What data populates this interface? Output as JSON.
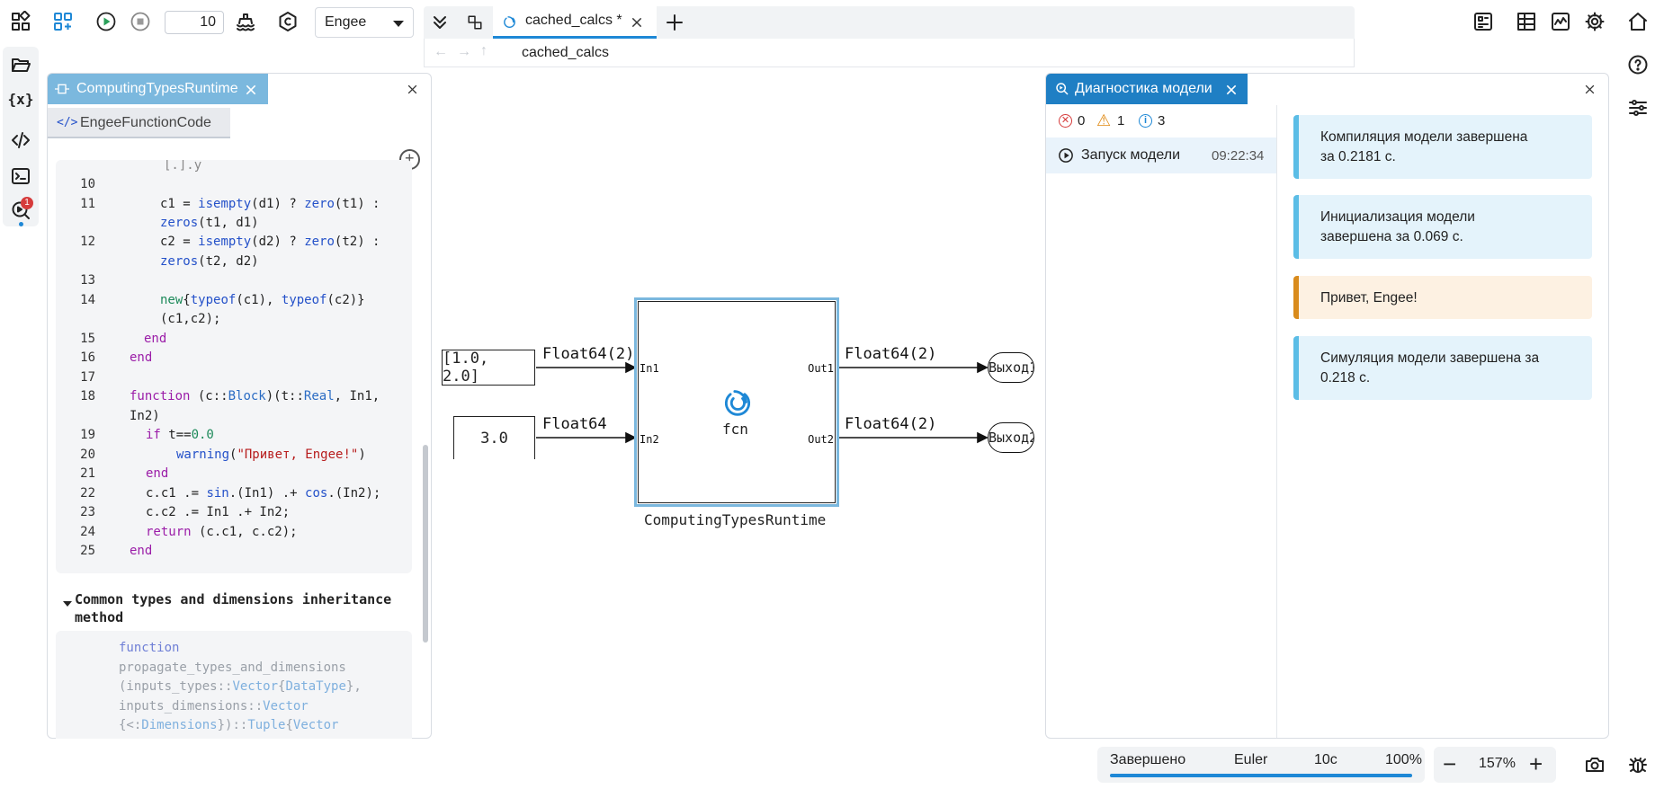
{
  "toolbar": {
    "steps_value": "10",
    "solver_select": "Engee"
  },
  "editor_tab": {
    "name": "cached_calcs *",
    "breadcrumb": "cached_calcs"
  },
  "left_panel": {
    "title": "ComputingTypesRuntime",
    "subtab": "EngeeFunctionCode",
    "badge": "1",
    "code_lines": [
      {
        "n": "10",
        "t": ""
      },
      {
        "n": "11",
        "t": "c1 = isempty(d1) ? zero(t1) :"
      },
      {
        "n": "",
        "t": "zeros(t1, d1)"
      },
      {
        "n": "12",
        "t": "c2 = isempty(d2) ? zero(t2) :"
      },
      {
        "n": "",
        "t": "zeros(t2, d2)"
      },
      {
        "n": "13",
        "t": ""
      },
      {
        "n": "14",
        "t": "new{typeof(c1), typeof(c2)}"
      },
      {
        "n": "",
        "t": "(c1,c2);"
      },
      {
        "n": "15",
        "t": "end"
      },
      {
        "n": "16",
        "t": "end"
      },
      {
        "n": "17",
        "t": ""
      },
      {
        "n": "18",
        "t": "function (c::Block)(t::Real, In1,"
      },
      {
        "n": "",
        "t": "In2)"
      },
      {
        "n": "19",
        "t": "if t==0.0"
      },
      {
        "n": "20",
        "t": "warning(\"Привет, Engee!\")"
      },
      {
        "n": "21",
        "t": "end"
      },
      {
        "n": "22",
        "t": "c.c1 .= sin.(In1) .+ cos.(In2);"
      },
      {
        "n": "23",
        "t": "c.c2 .= In1 .+ In2;"
      },
      {
        "n": "24",
        "t": "return (c.c1, c.c2);"
      },
      {
        "n": "25",
        "t": "end"
      }
    ],
    "section_title_1": "Common types and dimensions inheritance",
    "section_title_2": "method",
    "code2_lines": [
      "function",
      "propagate_types_and_dimensions",
      "(inputs_types::Vector{DataType},",
      "inputs_dimensions::Vector",
      "{<:Dimensions})::Tuple{Vector"
    ]
  },
  "diagram": {
    "const1": "[1.0, 2.0]",
    "const2": "3.0",
    "sig1": "Float64(2)",
    "sig2": "Float64",
    "sig3": "Float64(2)",
    "sig4": "Float64(2)",
    "in1": "In1",
    "in2": "In2",
    "out1": "Out1",
    "out2": "Out2",
    "fcn": "fcn",
    "block_name": "ComputingTypesRuntime",
    "outport1": "Выход1",
    "outport2": "Выход2"
  },
  "diagnostics": {
    "title": "Диагностика модели",
    "errors": "0",
    "warnings": "1",
    "infos": "3",
    "run_label": "Запуск модели",
    "run_time": "09:22:34",
    "msg1_l1": "Компиляция модели завершена",
    "msg1_l2": "за 0.2181 с.",
    "msg2_l1": "Инициализация модели",
    "msg2_l2": "завершена за 0.069 с.",
    "msg3_l1": "Привет, Engee!",
    "msg4_l1": "Симуляция модели завершена за",
    "msg4_l2": "0.218 с."
  },
  "status": {
    "state": "Завершено",
    "solver": "Euler",
    "time": "10с",
    "progress_label": "100%",
    "progress": 1.0,
    "zoom": "157%"
  },
  "colors": {
    "accent": "#1e88d6",
    "tab_active_blue": "#7bb8de",
    "diagnostics_header": "#1f7fc4",
    "info_bg": "#e4f3fb",
    "warn_bg": "#fdf1e2"
  }
}
